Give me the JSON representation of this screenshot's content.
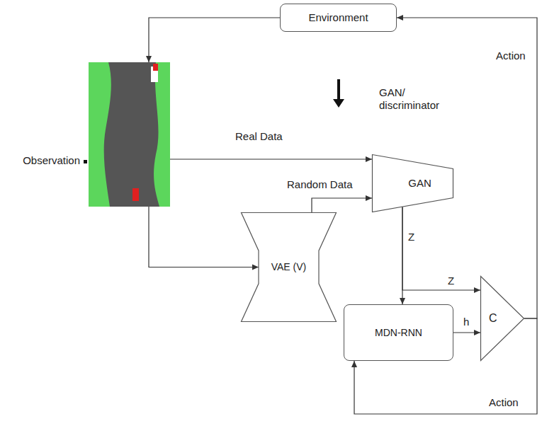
{
  "diagram": {
    "nodes": [
      {
        "text": [
          "Environment"
        ]
      },
      {
        "text": [
          "Observation"
        ]
      },
      {
        "text": [
          "GAN"
        ]
      },
      {
        "text": [
          "VAE (V)"
        ]
      },
      {
        "text": [
          "C"
        ]
      },
      {
        "text": [
          "MDN-RNN"
        ]
      }
    ],
    "edges": [
      {
        "from": 0,
        "to": 1,
        "arrow": "to"
      },
      {
        "from": 1,
        "to": 2,
        "label": "Real Data",
        "arrow": "to"
      },
      {
        "from": 1,
        "to": 3,
        "arrow": "to"
      },
      {
        "from": 3,
        "to": 2,
        "label": "Random Data",
        "arrow": "to"
      },
      {
        "from": 2,
        "to": 5,
        "label": "Z",
        "arrow": "to"
      },
      {
        "from": 2,
        "to": 4,
        "label": "Z",
        "arrow": "to"
      },
      {
        "from": 5,
        "to": 4,
        "label": "h",
        "arrow": "to"
      },
      {
        "from": 4,
        "to": 0,
        "label": "Action",
        "arrow": "to"
      },
      {
        "from": 4,
        "to": 5,
        "label": "Action",
        "arrow": "to"
      }
    ],
    "labels": [
      "GAN/ discriminator"
    ]
  }
}
